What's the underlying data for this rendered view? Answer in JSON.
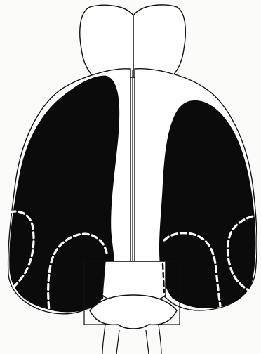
{
  "figure": {
    "colors": {
      "paper": "#fbfbfa",
      "line": "#111111",
      "shaded_region": "#0b0b0b",
      "dashed_boundary_on_dark": "#ffffff"
    },
    "structures": [
      "olfactory-bulb-left",
      "olfactory-bulb-right",
      "hemisphere-left",
      "hemisphere-right",
      "midbrain",
      "cerebellum"
    ]
  }
}
